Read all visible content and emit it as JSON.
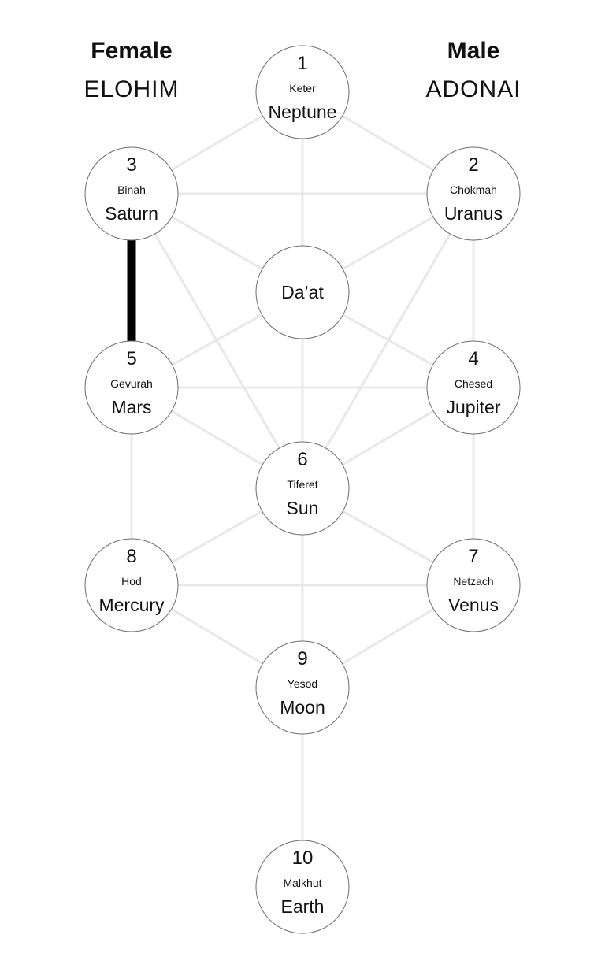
{
  "headers": {
    "left": {
      "title": "Female",
      "name": "ELOHIM"
    },
    "right": {
      "title": "Male",
      "name": "ADONAI"
    }
  },
  "colors": {
    "path": "#e8e8e8",
    "highlight_path": "#000000",
    "node_border": "#6e6e6e",
    "node_fill": "#ffffff",
    "text": "#111111"
  },
  "nodes": [
    {
      "id": "1",
      "number": "1",
      "sephira": "Keter",
      "planet": "Neptune",
      "column": "middle",
      "row": 0
    },
    {
      "id": "2",
      "number": "2",
      "sephira": "Chokmah",
      "planet": "Uranus",
      "column": "right",
      "row": 1
    },
    {
      "id": "3",
      "number": "3",
      "sephira": "Binah",
      "planet": "Saturn",
      "column": "left",
      "row": 1
    },
    {
      "id": "daat",
      "number": "",
      "sephira": "",
      "planet": "Da’at",
      "column": "middle",
      "row": 2
    },
    {
      "id": "4",
      "number": "4",
      "sephira": "Chesed",
      "planet": "Jupiter",
      "column": "right",
      "row": 3
    },
    {
      "id": "5",
      "number": "5",
      "sephira": "Gevurah",
      "planet": "Mars",
      "column": "left",
      "row": 3
    },
    {
      "id": "6",
      "number": "6",
      "sephira": "Tiferet",
      "planet": "Sun",
      "column": "middle",
      "row": 4
    },
    {
      "id": "7",
      "number": "7",
      "sephira": "Netzach",
      "planet": "Venus",
      "column": "right",
      "row": 5
    },
    {
      "id": "8",
      "number": "8",
      "sephira": "Hod",
      "planet": "Mercury",
      "column": "left",
      "row": 5
    },
    {
      "id": "9",
      "number": "9",
      "sephira": "Yesod",
      "planet": "Moon",
      "column": "middle",
      "row": 6
    },
    {
      "id": "10",
      "number": "10",
      "sephira": "Malkhut",
      "planet": "Earth",
      "column": "middle",
      "row": 8
    }
  ],
  "paths": [
    {
      "from": "1",
      "to": "3"
    },
    {
      "from": "1",
      "to": "2"
    },
    {
      "from": "1",
      "to": "daat"
    },
    {
      "from": "3",
      "to": "2"
    },
    {
      "from": "3",
      "to": "daat"
    },
    {
      "from": "2",
      "to": "daat"
    },
    {
      "from": "3",
      "to": "6"
    },
    {
      "from": "2",
      "to": "6"
    },
    {
      "from": "2",
      "to": "4"
    },
    {
      "from": "3",
      "to": "5",
      "highlight": true
    },
    {
      "from": "daat",
      "to": "5"
    },
    {
      "from": "daat",
      "to": "4"
    },
    {
      "from": "daat",
      "to": "6"
    },
    {
      "from": "5",
      "to": "4"
    },
    {
      "from": "5",
      "to": "6"
    },
    {
      "from": "4",
      "to": "6"
    },
    {
      "from": "5",
      "to": "8"
    },
    {
      "from": "4",
      "to": "7"
    },
    {
      "from": "6",
      "to": "8"
    },
    {
      "from": "6",
      "to": "7"
    },
    {
      "from": "6",
      "to": "9"
    },
    {
      "from": "8",
      "to": "7"
    },
    {
      "from": "8",
      "to": "9"
    },
    {
      "from": "7",
      "to": "9"
    },
    {
      "from": "9",
      "to": "10"
    }
  ]
}
